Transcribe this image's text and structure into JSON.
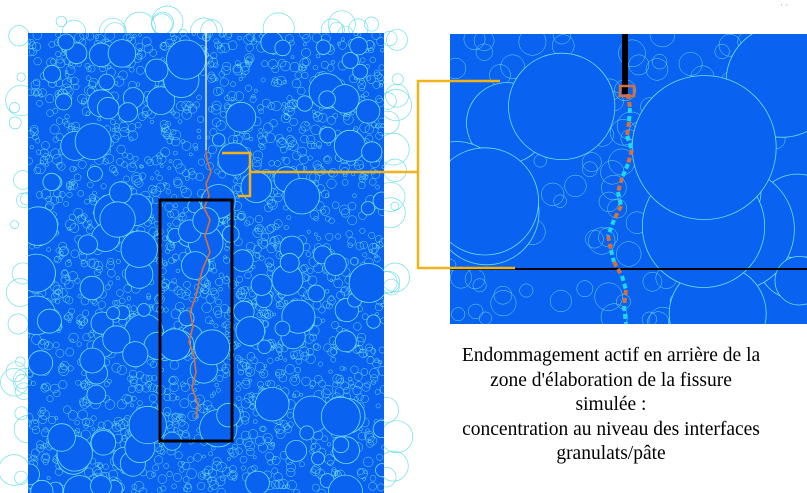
{
  "caption": {
    "lines": [
      "Endommagement actif en arrière de la",
      "zone d'élaboration de la fissure",
      "simulée :",
      "concentration au niveau des interfaces",
      "granulats/pâte"
    ]
  },
  "corner_mark": "· ·",
  "colors": {
    "matrix": "#0a62f0",
    "aggregate_outline": "#6fe0e6",
    "crack_damage": "#d9703a",
    "crack_interface": "#1ed8f0",
    "connector": "#f2b21a",
    "frame": "#000000"
  }
}
